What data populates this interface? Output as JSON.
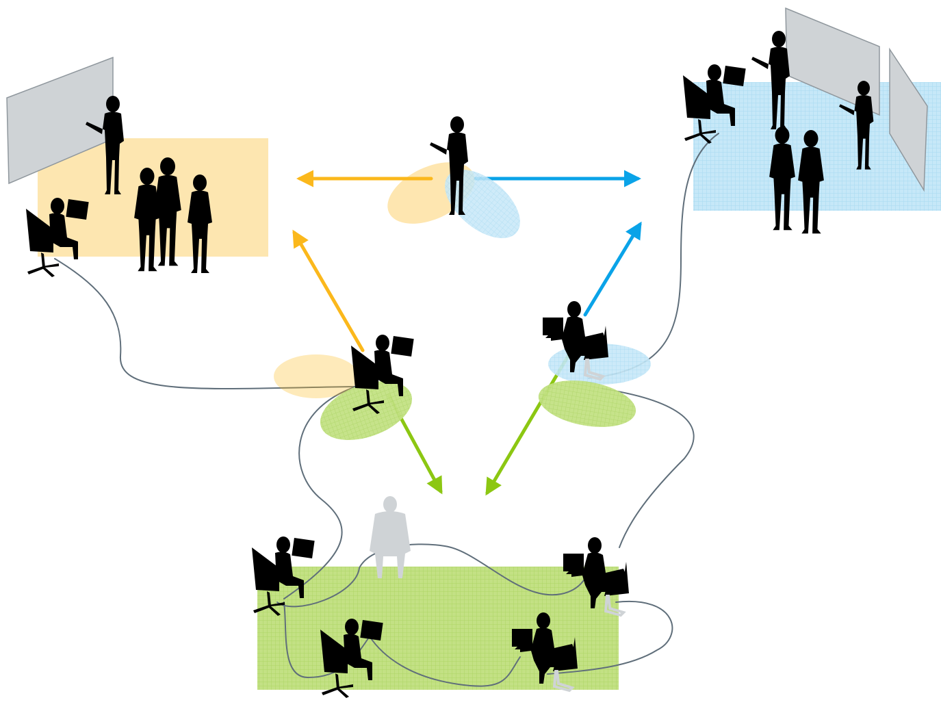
{
  "colors": {
    "background": "#ffffff",
    "figure": "#cfd3d6",
    "figure_stroke": "#b8bdc1",
    "cable": "#5f6e7a",
    "orange": "#fbb81c",
    "orange_zone": "#fde6b0",
    "blue": "#0aa3e8",
    "blue_zone": "#bfe6f7",
    "green": "#8cc712",
    "green_zone": "#bfe07a"
  },
  "icons": {
    "standing_person": "standing-person-icon",
    "seated_person": "seated-person-icon",
    "laptop": "laptop-icon",
    "whiteboard": "whiteboard-icon",
    "office_chair": "office-chair-icon"
  },
  "groups": {
    "orange": {
      "name": "orange-team-area"
    },
    "blue": {
      "name": "blue-team-area"
    },
    "green": {
      "name": "green-team-area"
    }
  }
}
